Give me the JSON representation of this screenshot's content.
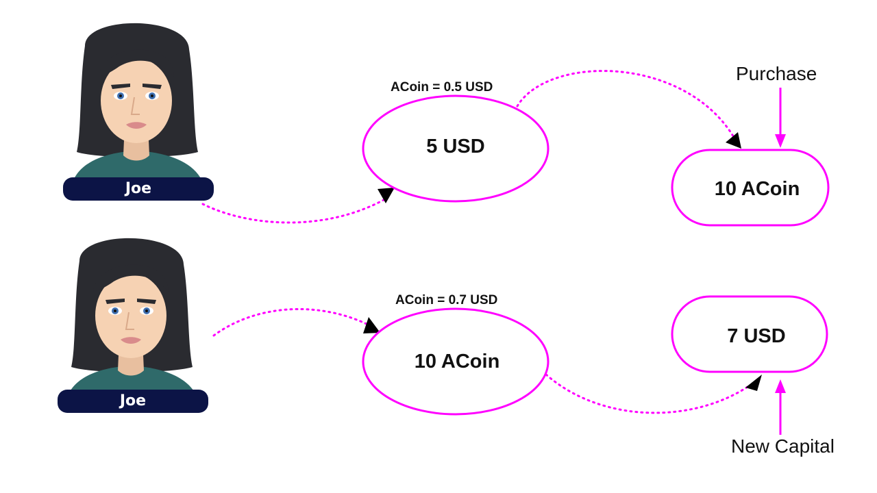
{
  "top_flow": {
    "person": {
      "name": "Joe",
      "icon": "avatar-icon"
    },
    "exchange_rate": "ACoin = 0.5 USD",
    "source_amount": "5 USD",
    "result_amount": "10 ACoin",
    "action_label": "Purchase"
  },
  "bottom_flow": {
    "person": {
      "name": "Joe",
      "icon": "avatar-icon"
    },
    "exchange_rate": "ACoin = 0.7 USD",
    "source_amount": "10 ACoin",
    "result_amount": "7 USD",
    "action_label": "New Capital"
  },
  "colors": {
    "accent": "#ff00ff",
    "name_tag": "#0c1446",
    "arrowhead": "#000000",
    "hair": "#2a2b30",
    "skin": "#f6d2b3",
    "shirt": "#2f6a6a"
  }
}
